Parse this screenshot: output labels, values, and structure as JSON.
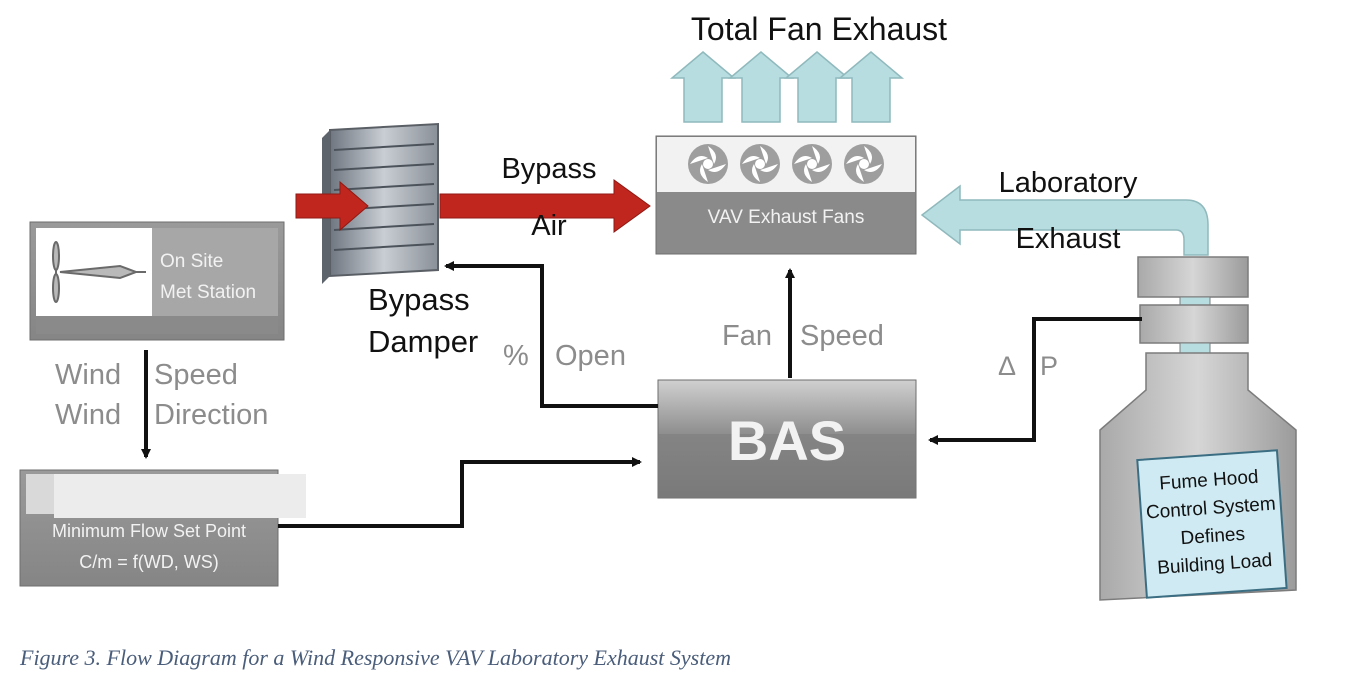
{
  "labels": {
    "total_fan_exhaust": "Total Fan Exhaust",
    "bypass_air_line1": "Bypass",
    "bypass_air_line2": "Air",
    "vav_exhaust_fans": "VAV Exhaust Fans",
    "laboratory_exhaust_line1": "Laboratory",
    "laboratory_exhaust_line2": "Exhaust",
    "met_station_line1": "On Site",
    "met_station_line2": "Met Station",
    "bypass_damper_line1": "Bypass",
    "bypass_damper_line2": "Damper",
    "percent_open_symbol": "%",
    "percent_open_word": "Open",
    "fan_speed_word1": "Fan",
    "fan_speed_word2": "Speed",
    "bas": "BAS",
    "delta_symbol": "Δ",
    "delta_p_letter": "P",
    "wind_speed_word1": "Wind",
    "wind_speed_word2": "Speed",
    "wind_direction_word1": "Wind",
    "wind_direction_word2": "Direction",
    "min_flow_line1": "Minimum Flow Set Point",
    "min_flow_line2": "C/m = f(WD, WS)",
    "fume_hood_line1": "Fume Hood",
    "fume_hood_line2": "Control System",
    "fume_hood_line3": "Defines",
    "fume_hood_line4": "Building Load"
  },
  "caption": "Figure 3. Flow Diagram for a Wind Responsive VAV Laboratory Exhaust System",
  "colors": {
    "bypass_air_arrow": "#c0261e",
    "exhaust_arrow": "#b7dde0",
    "box_grey": "#8a8a8a",
    "control_line": "#111111",
    "caption": "#4a5d7a"
  }
}
